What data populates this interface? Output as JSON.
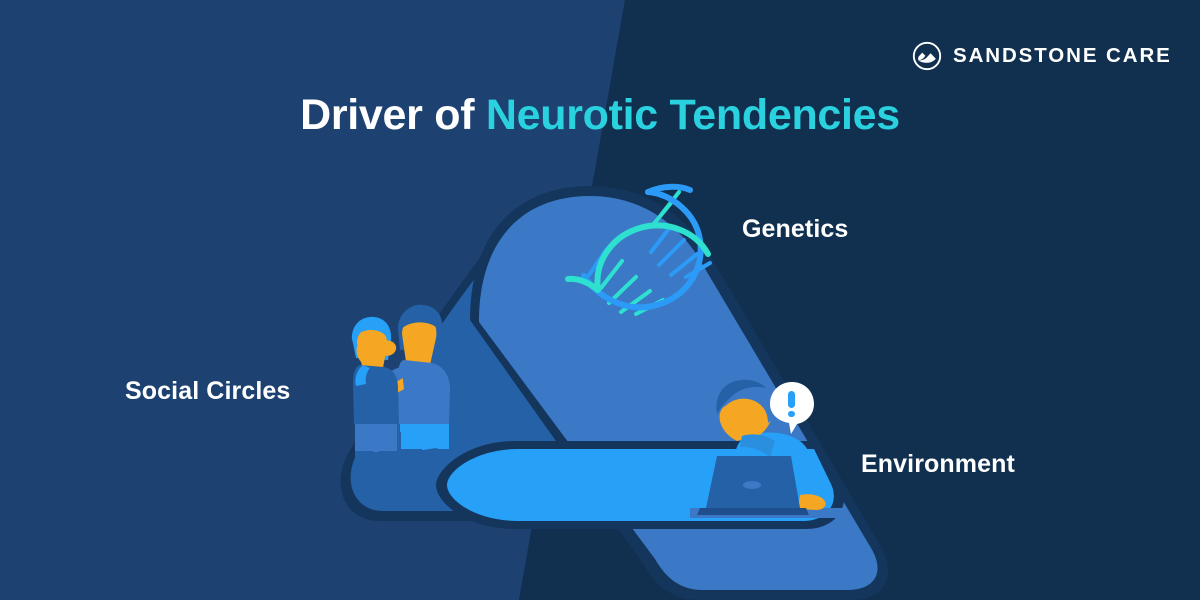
{
  "page": {
    "background_left": "#1d4271",
    "background_right": "#11304f"
  },
  "logo": {
    "text": "SANDSTONE CARE",
    "icon": "sandstone-mountain-circle-icon",
    "color": "#ffffff"
  },
  "title": {
    "part_a": "Driver of ",
    "part_b": "Neurotic Tendencies",
    "color_a": "#ffffff",
    "color_b": "#2ad2e0"
  },
  "labels": {
    "genetics": "Genetics",
    "social_circles": "Social Circles",
    "environment": "Environment",
    "color": "#ffffff"
  },
  "illustration": {
    "name": "impossible-triangle-penrose-tribar",
    "bars": [
      {
        "name": "top-bar",
        "color": "#3b79c6"
      },
      {
        "name": "left-bar",
        "color": "#2561a6"
      },
      {
        "name": "bottom-bar",
        "color": "#27a0f7"
      }
    ],
    "outline_color": "#14365c",
    "icons": [
      {
        "name": "dna-helix-icon",
        "label_for": "Genetics",
        "strand_a_color": "#2b9bf7",
        "strand_b_color": "#2de0d0"
      },
      {
        "name": "two-people-arguing-icon",
        "label_for": "Social Circles",
        "skin_color": "#f5a623",
        "clothing_colors": [
          "#2561a6",
          "#3b79c6",
          "#27a0f7"
        ]
      },
      {
        "name": "stressed-person-at-laptop-icon",
        "label_for": "Environment",
        "skin_color": "#f5a623",
        "laptop_color": "#2561a6",
        "speech_bubble": {
          "name": "exclamation-speech-bubble-icon",
          "glyph": "!",
          "bubble_color": "#ffffff",
          "glyph_color": "#27a0f7"
        }
      }
    ]
  }
}
